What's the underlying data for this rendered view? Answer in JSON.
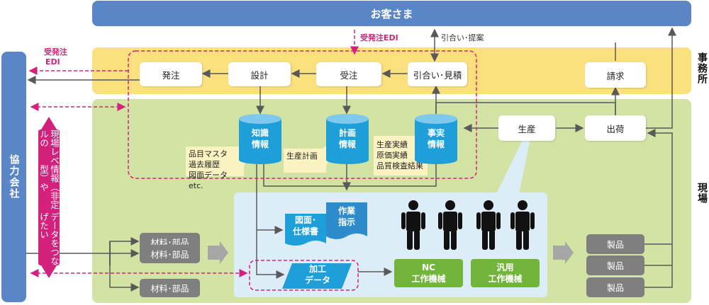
{
  "customer": "お客さま",
  "partner": "協力会社",
  "side_labels": {
    "office": "事務所",
    "field": "現場"
  },
  "office_boxes": {
    "order_out": "発注",
    "design": "設計",
    "order_in": "受注",
    "inquiry": "引合い･見積",
    "billing": "請求"
  },
  "databases": {
    "knowledge": [
      "知識",
      "情報"
    ],
    "plan": [
      "計画",
      "情報"
    ],
    "fact": [
      "事実",
      "情報"
    ]
  },
  "notes": {
    "knowledge": [
      "品目マスタ",
      "過去履歴",
      "図面データ",
      "etc."
    ],
    "plan": [
      "生産計画"
    ],
    "fact": [
      "生産実績",
      "原価実績",
      "品質検査結果"
    ]
  },
  "field_boxes": {
    "production": "生産",
    "shipping": "出荷"
  },
  "labels": {
    "edi_customer": "受発注EDI",
    "inquiry_proposal": "引合い･提案",
    "edi_partner": [
      "受発注",
      "EDI"
    ]
  },
  "magenta_text": [
    "現場レベルの",
    "情報（非定型）や",
    "データをつなげたい"
  ],
  "materials": [
    "材料･部品",
    "材料･部品",
    "材料･部品"
  ],
  "documents": {
    "drawing": [
      "図面･",
      "仕様書"
    ],
    "instruction": [
      "作業",
      "指示"
    ],
    "machining": [
      "加工",
      "データ"
    ]
  },
  "machines": {
    "nc": [
      "NC",
      "工作機械"
    ],
    "general": [
      "汎用",
      "工作機械"
    ]
  },
  "products": [
    "製品",
    "製品",
    "製品"
  ],
  "colors": {
    "blue": "#5b86c6",
    "office": "#fbe07e",
    "field": "#d2e3a4",
    "magenta": "#d4217d",
    "cyl": "#1f9fd9",
    "green": "#72b53c"
  }
}
